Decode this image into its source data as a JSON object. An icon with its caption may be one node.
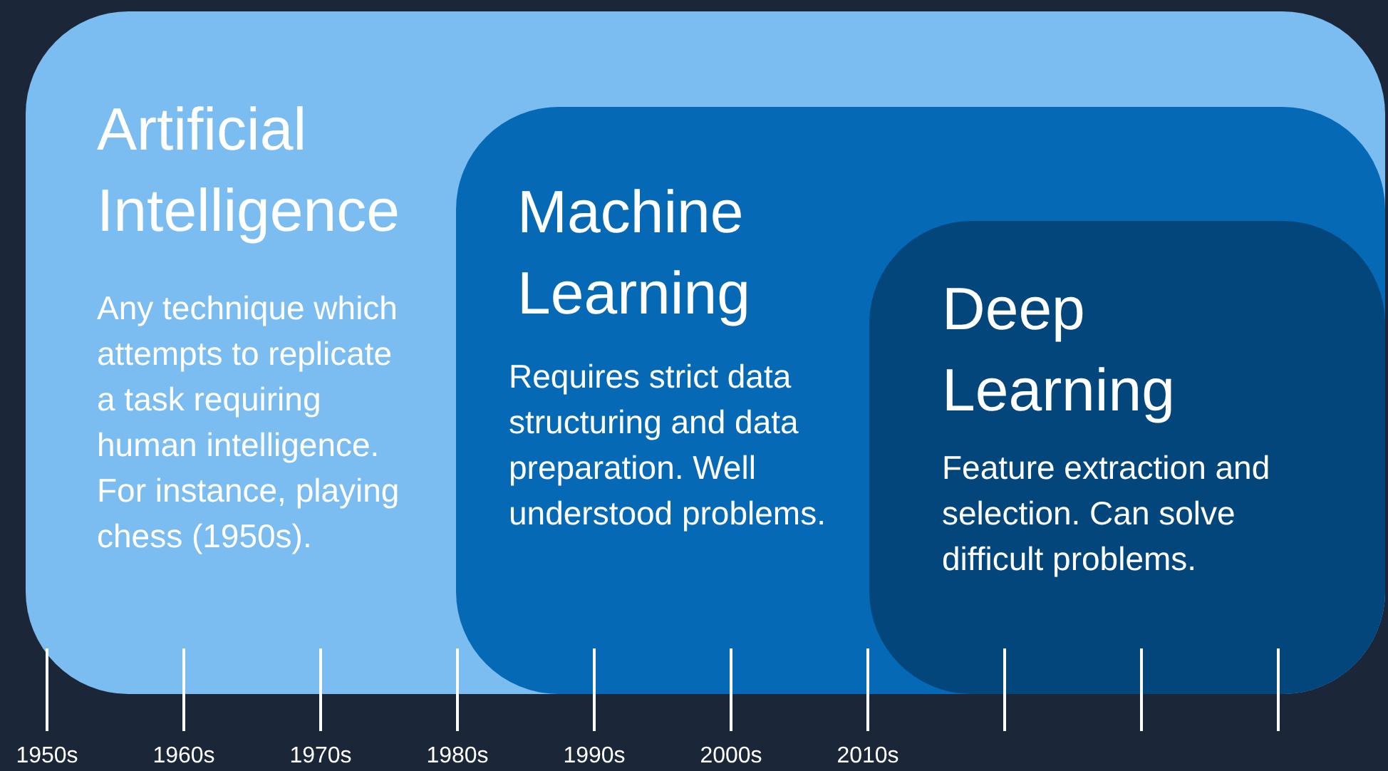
{
  "diagram": {
    "nodes": [
      {
        "text": [
          "Artificial Intelligence",
          "Any technique which attempts to replicate a task requiring human intelligence.  For instance, playing chess (1950s)."
        ]
      },
      {
        "text": [
          "Machine Learning",
          "Requires strict data structuring and data preparation.  Well understood problems."
        ],
        "in": 0
      },
      {
        "text": [
          "Deep Learning",
          "Feature extraction and selection. Can solve difficult problems."
        ],
        "in": 1
      }
    ],
    "labels": [
      "1950s",
      "1960s",
      "1970s",
      "1980s",
      "1990s",
      "2000s",
      "2010s"
    ]
  }
}
